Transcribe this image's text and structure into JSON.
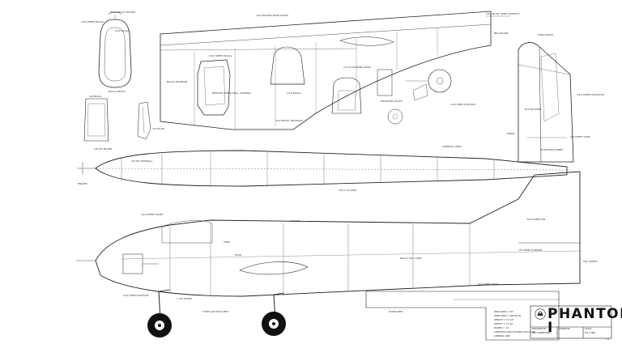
{
  "title": "PHANTOM I",
  "title_block": {
    "cells": [
      {
        "label": "DESIGNED BY",
        "value": "BILL ROBERTSON"
      },
      {
        "label": "DRAWN BY",
        "value": ""
      },
      {
        "label": "SCALE",
        "value": "FULL SIZE"
      }
    ]
  },
  "specs": [
    "WING SPAN = 30\"",
    "WING AREA = 160 SQ IN",
    "LENGTH = 31 1/4\"",
    "WEIGHT = 11 OZ",
    "POWER = .15",
    "CONSTRUCTION SUITABLE FOR SCALE",
    "CONTROL LINE"
  ],
  "page_number": "1-2",
  "labels": {
    "sheet_balsa_top": "1/16 SHEET BALSA",
    "hollow_block": "HOLLOW AS SHOWN",
    "top_balsa": "3/16 BALSA",
    "balsa_block": "BALSA BLOCK",
    "wing_tip_label": "1/8 BALSA",
    "trailing_edge": "1/8 TRAILING EDGE STOCK",
    "wire_lead": "1/16 MUSIC WIRE LEADOUT",
    "bellcrank": "BELLCRANK",
    "hard_balsa": "HARD BALSA",
    "sheet_balsa_rib": "3/32 SHEET BALSA",
    "fillet": "1/8 FILLET",
    "remove_after": "REMOVE AFTER FINAL SHAPING",
    "balsa_rib": "1/16 BALSA",
    "wing_rib_label": "3/32 BALSA TRIANGLE",
    "balsa_doubler": "BALSA DOUBLER",
    "mount_plate": "MOUNTING PLATE",
    "pushrod": "1/16 WIRE PUSHROD",
    "hinge": "HINGE",
    "elevator": "3/16 SHEET ELEVATOR",
    "stab": "1/8 SHEET STAB",
    "horn": "NYLON HORN",
    "leading_edge": "1/4 SQ LEADING EDGE",
    "wing_spar": "1/8 X 1/4 SPAR",
    "ply_mount": "1/8 PLY MOUNT",
    "firewall": "1/8 PLY FIREWALL",
    "tank": "TANK",
    "engine": "ENGINE",
    "gear": "GEAR",
    "wheel": "1 3/4 WHEEL",
    "side_sheet": "1/16 SHEET SIDES",
    "bottom": "3/32 SHEET BOTTOM",
    "cockpit": "CANOPY",
    "rudder_sheet": "1/8 SHEET RUDDER",
    "fin": "3/16 SHEET FIN",
    "tailwheel": "TAIL WHEEL",
    "wire_gear": "3/32 WIRE GEAR",
    "tail_cone": "BALSA TAIL CONE",
    "stab_label": "STABILIZER",
    "lines": "CONTROL LINES",
    "elevator_joiner": "ELEVATOR JOINER",
    "fuselage": "FUSELAGE TOP VIEW",
    "side_view": "FUSELAGE SIDE VIEW"
  }
}
